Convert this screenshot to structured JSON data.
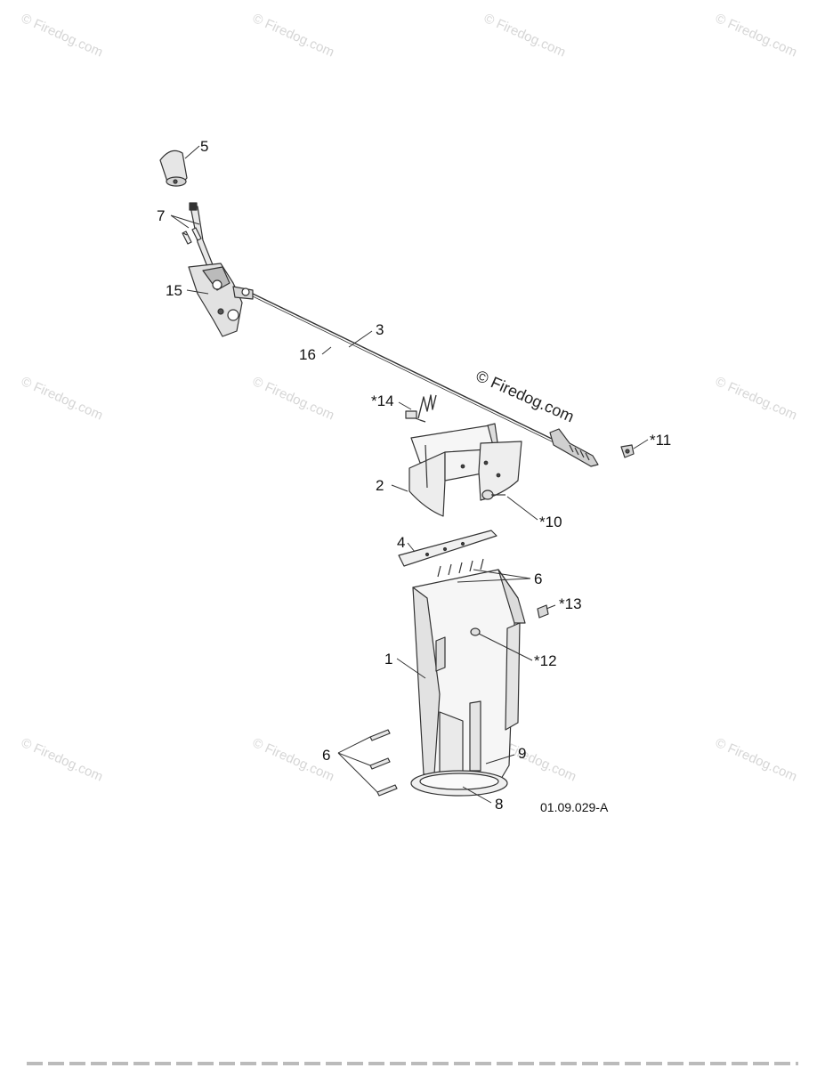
{
  "watermark_text": "© Firedog.com",
  "center_watermark": "© Firedog.com",
  "figure_code": "01.09.029-A",
  "callouts": {
    "c5": "5",
    "c7": "7",
    "c15": "15",
    "c3": "3",
    "c16": "16",
    "c14": "*14",
    "c11": "*11",
    "c2": "2",
    "c10": "*10",
    "c4": "4",
    "c6a": "6",
    "c13": "*13",
    "c1": "1",
    "c12": "*12",
    "c6b": "6",
    "c9": "9",
    "c8": "8"
  },
  "colors": {
    "line": "#333333",
    "fill": "#f2f2f2",
    "shade": "#cfcfcf",
    "watermark": "#d6d6d6"
  }
}
